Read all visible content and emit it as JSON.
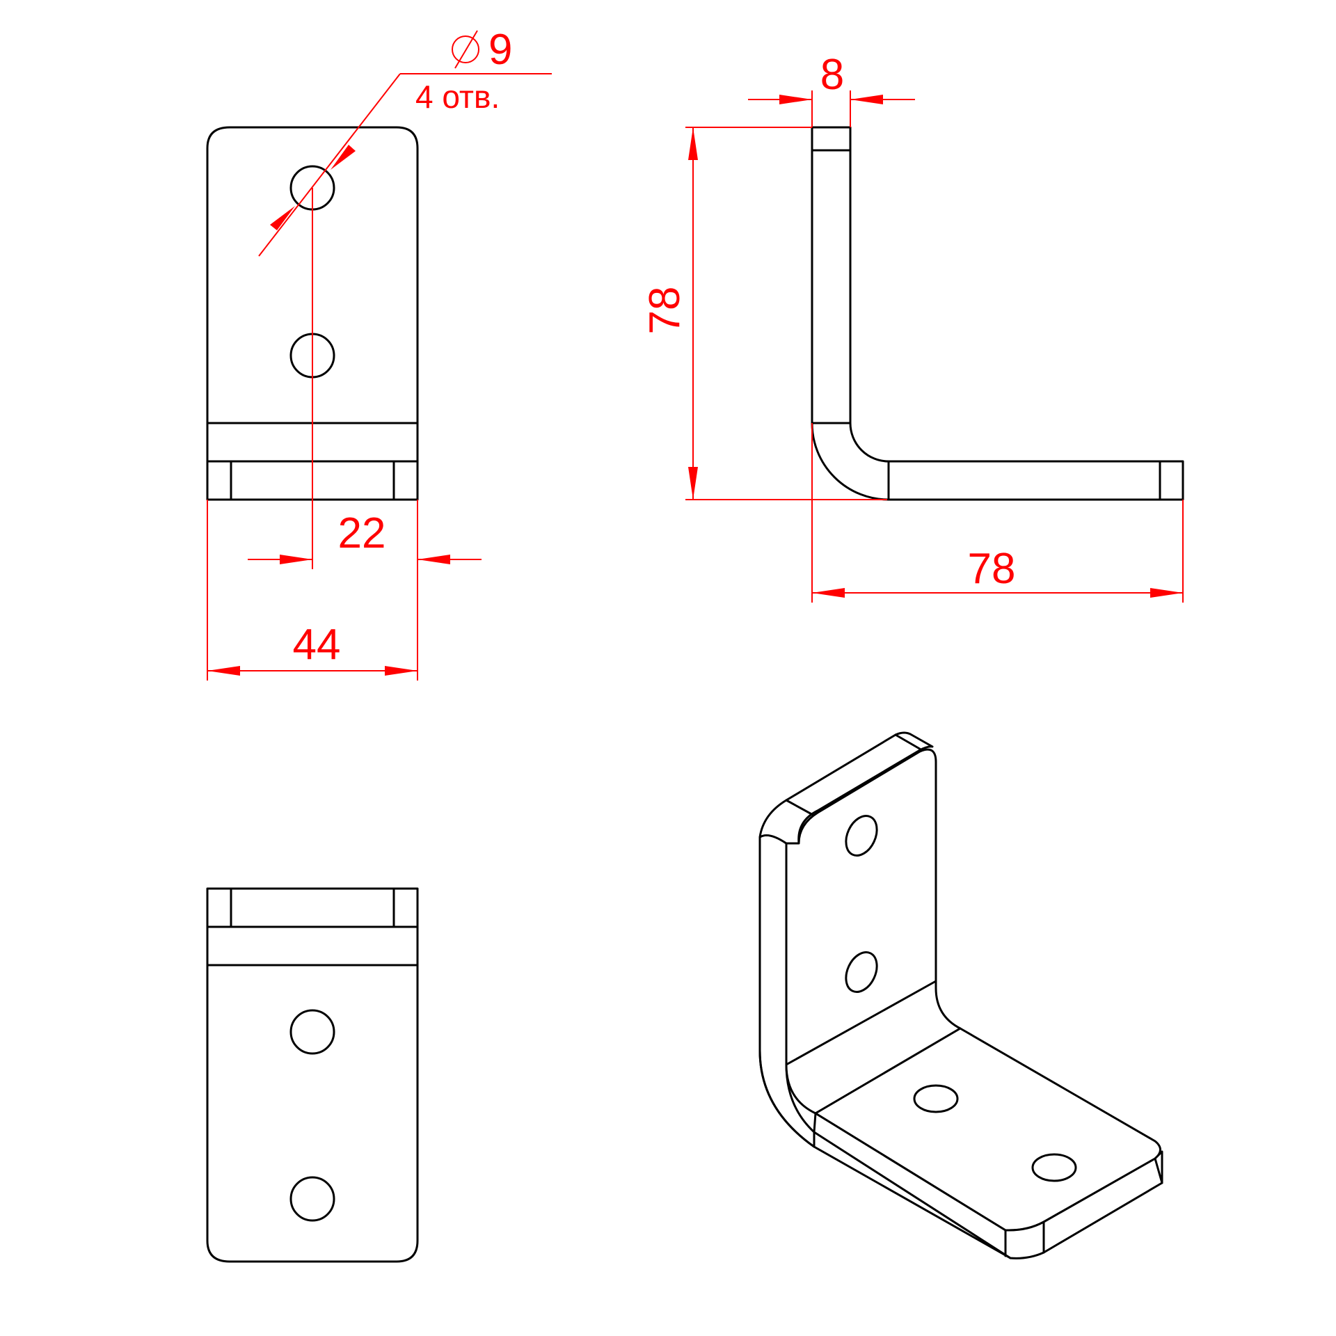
{
  "dimensions": {
    "hole_diameter": "9",
    "hole_note": "4 отв.",
    "hole_offset": "22",
    "width": "44",
    "thickness": "8",
    "height": "78",
    "length": "78"
  },
  "colors": {
    "outline": "#000000",
    "dimension": "#ff0000",
    "background": "#ffffff"
  }
}
